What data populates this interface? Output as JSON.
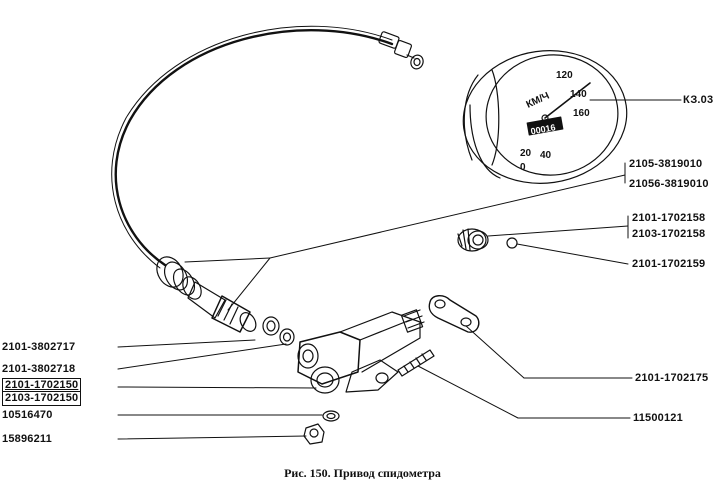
{
  "labels": {
    "gauge": "КЗ.03",
    "cable_a": "2105-3819010",
    "cable_b": "21056-3819010",
    "gear_a": "2101-1702158",
    "gear_b": "2103-1702158",
    "ball": "2101-1702159",
    "nut": "2101-3802717",
    "washer": "2101-3802718",
    "housing_a": "2101-1702150",
    "housing_b": "2103-1702150",
    "lockwasher": "10516470",
    "hexnut": "15896211",
    "plate": "2101-1702175",
    "stud": "11500121"
  },
  "gauge_face": {
    "unit": "КМ/Ч",
    "odometer": "00016",
    "marks": [
      "120",
      "140",
      "160",
      "40",
      "20",
      "0"
    ]
  },
  "caption": "Рис. 150. Привод спидометра"
}
